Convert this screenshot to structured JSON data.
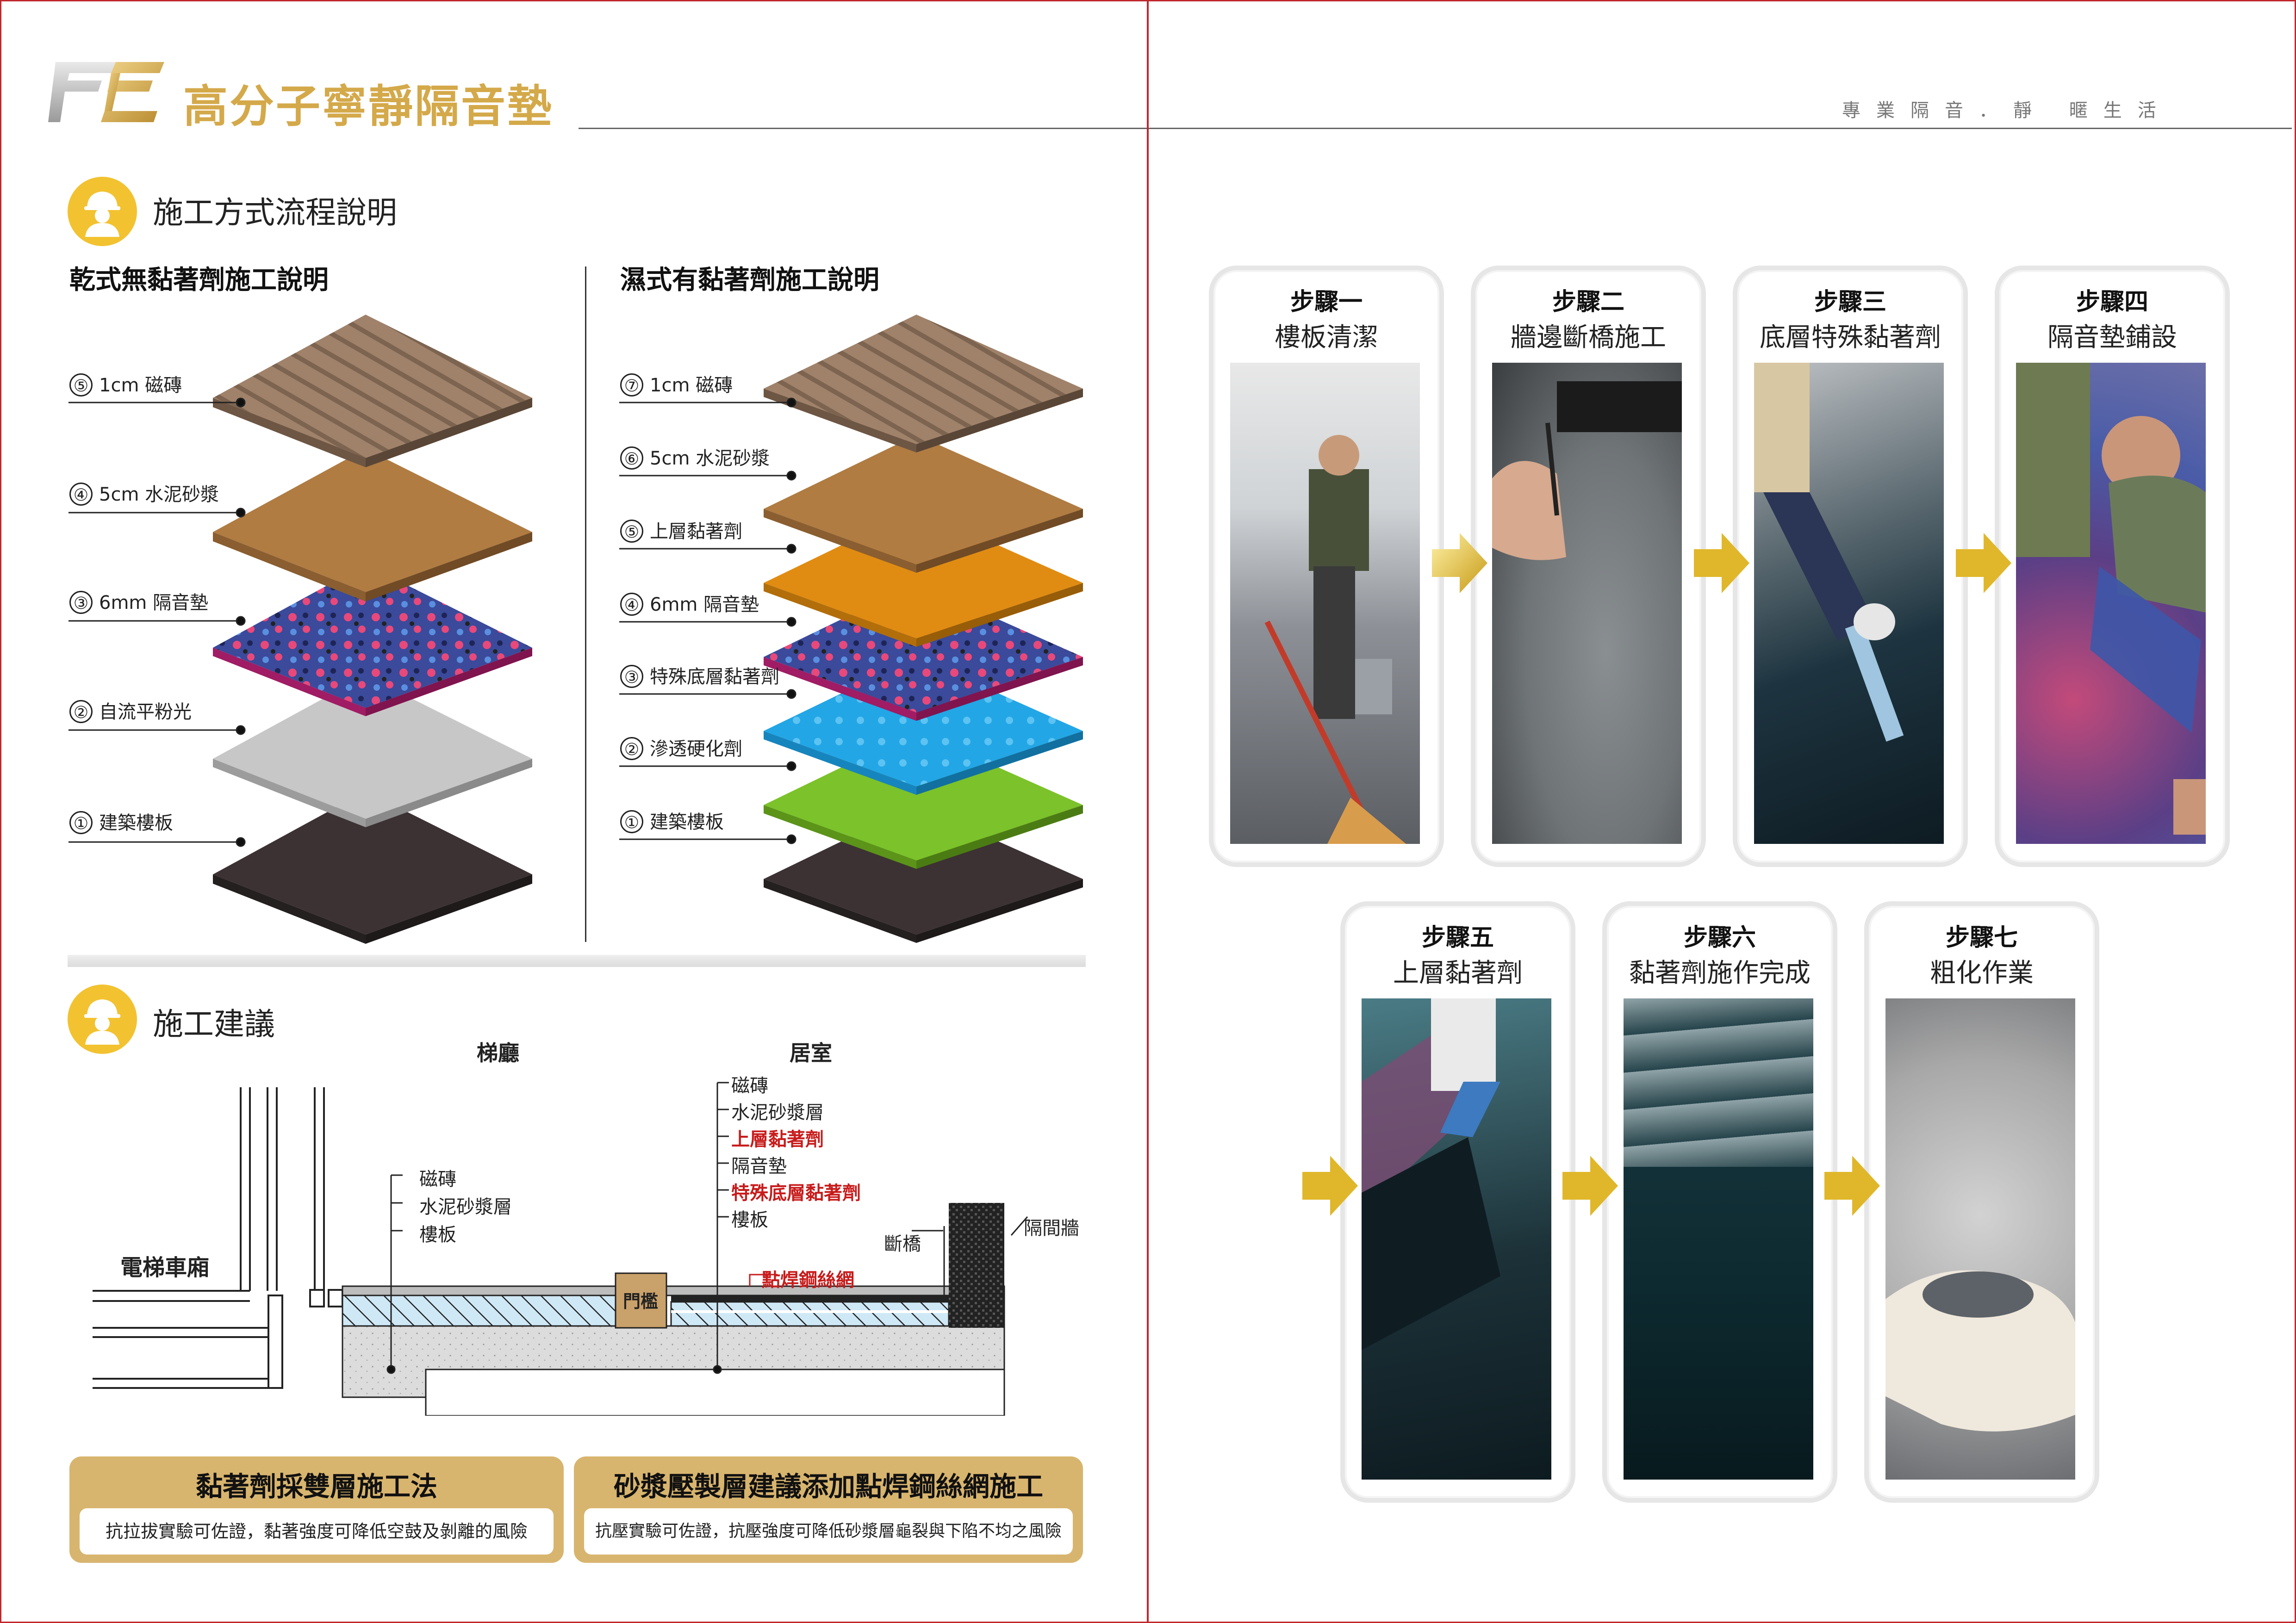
{
  "colors": {
    "brand_gold": "#d4a94a",
    "border_red": "#c0272d",
    "accent_red": "#c81b1b"
  },
  "header": {
    "logo_icon": "pc-logo",
    "title": "高分子寧靜隔音墊",
    "tagline": "專業隔音．靜 暱生活"
  },
  "section1": {
    "icon": "construction-worker-icon",
    "title": "施工方式流程說明",
    "dry": {
      "title": "乾式無黏著劑施工說明",
      "layers": [
        {
          "num": "⑤",
          "text": "1cm 磁磚"
        },
        {
          "num": "④",
          "text": "5cm 水泥砂漿"
        },
        {
          "num": "③",
          "text": "6mm 隔音墊"
        },
        {
          "num": "②",
          "text": "自流平粉光"
        },
        {
          "num": "①",
          "text": "建築樓板"
        }
      ]
    },
    "wet": {
      "title": "濕式有黏著劑施工說明",
      "layers": [
        {
          "num": "⑦",
          "text": "1cm 磁磚"
        },
        {
          "num": "⑥",
          "text": "5cm 水泥砂漿"
        },
        {
          "num": "⑤",
          "text": "上層黏著劑"
        },
        {
          "num": "④",
          "text": "6mm 隔音墊"
        },
        {
          "num": "③",
          "text": "特殊底層黏著劑"
        },
        {
          "num": "②",
          "text": "滲透硬化劑"
        },
        {
          "num": "①",
          "text": "建築樓板"
        }
      ]
    }
  },
  "section2": {
    "icon": "construction-worker-icon",
    "title": "施工建議",
    "diagram": {
      "zone_left": "梯廳",
      "zone_right": "居室",
      "elevator_label": "電梯車廂",
      "left_layers": [
        "磁磚",
        "水泥砂漿層",
        "樓板"
      ],
      "right_layers": [
        {
          "text": "磁磚",
          "red": false
        },
        {
          "text": "水泥砂漿層",
          "red": false
        },
        {
          "text": "上層黏著劑",
          "red": true
        },
        {
          "text": "隔音墊",
          "red": false
        },
        {
          "text": "特殊底層黏著劑",
          "red": true
        },
        {
          "text": "樓板",
          "red": false
        }
      ],
      "threshold_label": "門檻",
      "mesh_label": "點焊鋼絲網",
      "break_label": "斷橋",
      "wall_label": "隔間牆"
    },
    "callouts": [
      {
        "title": "黏著劑採雙層施工法",
        "body": "抗拉拔實驗可佐證，黏著強度可降低空鼓及剝離的風險"
      },
      {
        "title": "砂漿壓製層建議添加點焊鋼絲網施工",
        "body": "抗壓實驗可佐證，抗壓強度可降低砂漿層龜裂與下陷不均之風險"
      }
    ]
  },
  "steps": [
    {
      "num": "步驟一",
      "title": "樓板清潔",
      "photo": "worker-sweeping-floor"
    },
    {
      "num": "步驟二",
      "title": "牆邊斷橋施工",
      "photo": "cutting-edge-strip"
    },
    {
      "num": "步驟三",
      "title": "底層特殊黏著劑",
      "photo": "applying-primer-adhesive"
    },
    {
      "num": "步驟四",
      "title": "隔音墊鋪設",
      "photo": "laying-acoustic-mat"
    },
    {
      "num": "步驟五",
      "title": "上層黏著劑",
      "photo": "trowelling-top-adhesive"
    },
    {
      "num": "步驟六",
      "title": "黏著劑施作完成",
      "photo": "adhesive-completed-surface"
    },
    {
      "num": "步驟七",
      "title": "粗化作業",
      "photo": "roughening-grit-in-hand"
    }
  ],
  "arrow_icon": "gold-right-arrow-icon"
}
